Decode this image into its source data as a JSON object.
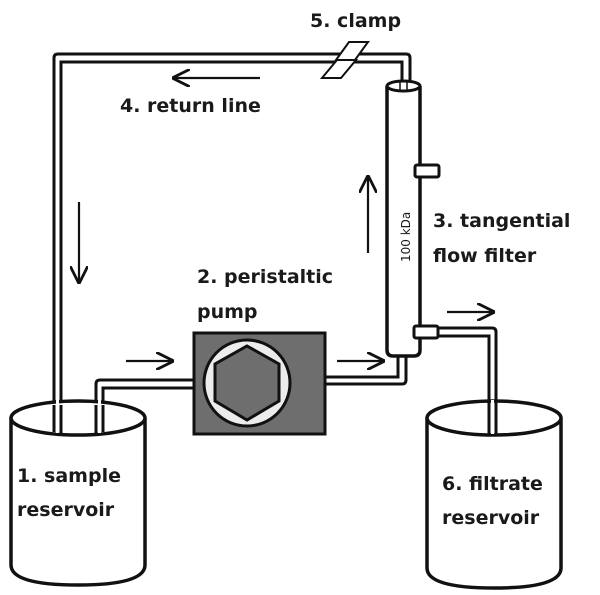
{
  "title": "Tangential flow filtration setup",
  "components": {
    "sample_reservoir": {
      "number": "1.",
      "line1": "1. sample",
      "line2": "reservoir"
    },
    "pump": {
      "line1": "2. peristaltic",
      "line2": "pump"
    },
    "filter": {
      "line1": "3. tangential",
      "line2": "flow filter",
      "membrane": "100 kDa"
    },
    "return_line": {
      "label": "4. return line"
    },
    "clamp": {
      "label": "5. clamp"
    },
    "filtrate_reservoir": {
      "line1": "6. filtrate",
      "line2": "reservoir"
    }
  },
  "colors": {
    "stroke": "#111111",
    "pump_body": "#6e6e6e",
    "pump_ring": "#ececec",
    "background": "#ffffff"
  },
  "flow_arrows": [
    "left",
    "down",
    "right",
    "right",
    "up",
    "right"
  ]
}
